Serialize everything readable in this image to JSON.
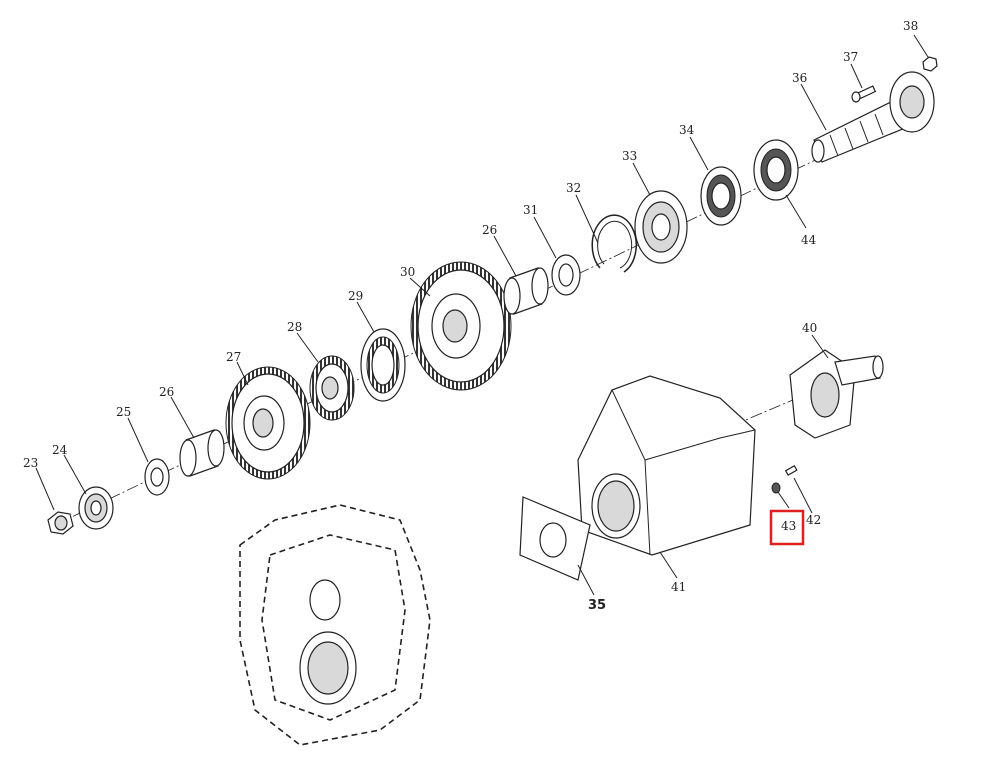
{
  "labels": {
    "p23": "23",
    "p24": "24",
    "p25": "25",
    "p26a": "26",
    "p27": "27",
    "p28": "28",
    "p29": "29",
    "p30": "30",
    "p26b": "26",
    "p31": "31",
    "p32": "32",
    "p33": "33",
    "p34": "34",
    "p44": "44",
    "p36": "36",
    "p37": "37",
    "p38": "38",
    "p40": "40",
    "p41": "41",
    "p42": "42",
    "p43": "43",
    "p35": "35"
  },
  "highlight": {
    "target_label": "43",
    "color": "#e02020"
  }
}
